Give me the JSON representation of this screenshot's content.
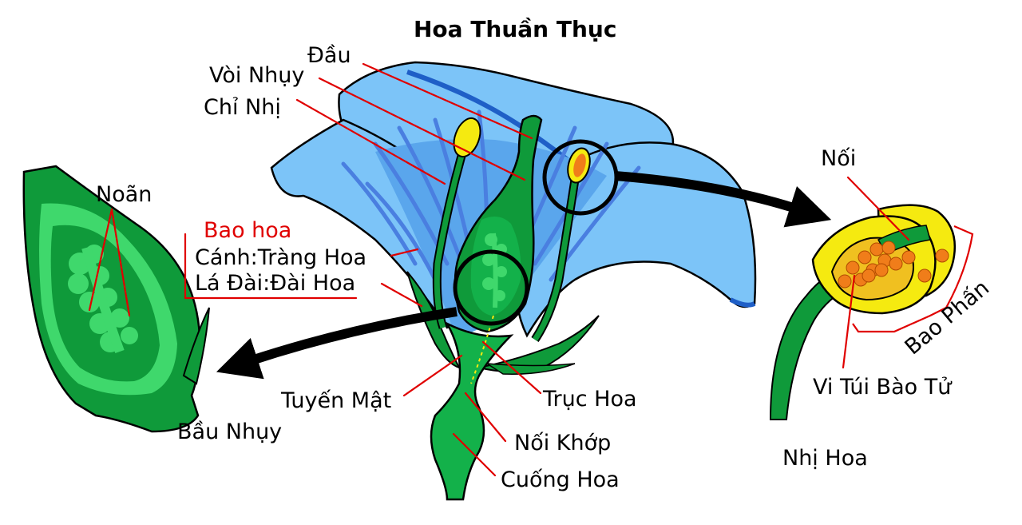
{
  "title": "Hoa Thuần Thục",
  "labels": {
    "stigma": "Đầu",
    "style": "Vòi Nhụy",
    "filament": "Chỉ Nhị",
    "ovule": "Noãn",
    "perianth": "Bao hoa",
    "petal": "Cánh:Tràng Hoa",
    "sepal": "Lá Đài:Đài Hoa",
    "nectary": "Tuyến Mật",
    "ovary": "Bầu Nhụy",
    "receptacle": "Trục Hoa",
    "node": "Nối Khớp",
    "peduncle": "Cuống Hoa",
    "connective": "Nối",
    "anther": "Bao Phấn",
    "microsporangium": "Vi Túi Bào Tử",
    "stamen": "Nhị Hoa"
  },
  "colors": {
    "petal_light": "#7cc4f8",
    "petal_mid": "#5aa6ec",
    "petal_vein": "#4a7fe0",
    "petal_edge": "#1f5fc7",
    "green_dark": "#0f9a3a",
    "green_mid": "#13b14a",
    "green_light": "#3fd86c",
    "anther_yellow": "#f5ea10",
    "pollen_orange": "#f07d1a",
    "pointer_red": "#e00000",
    "label_red": "#e00000"
  }
}
